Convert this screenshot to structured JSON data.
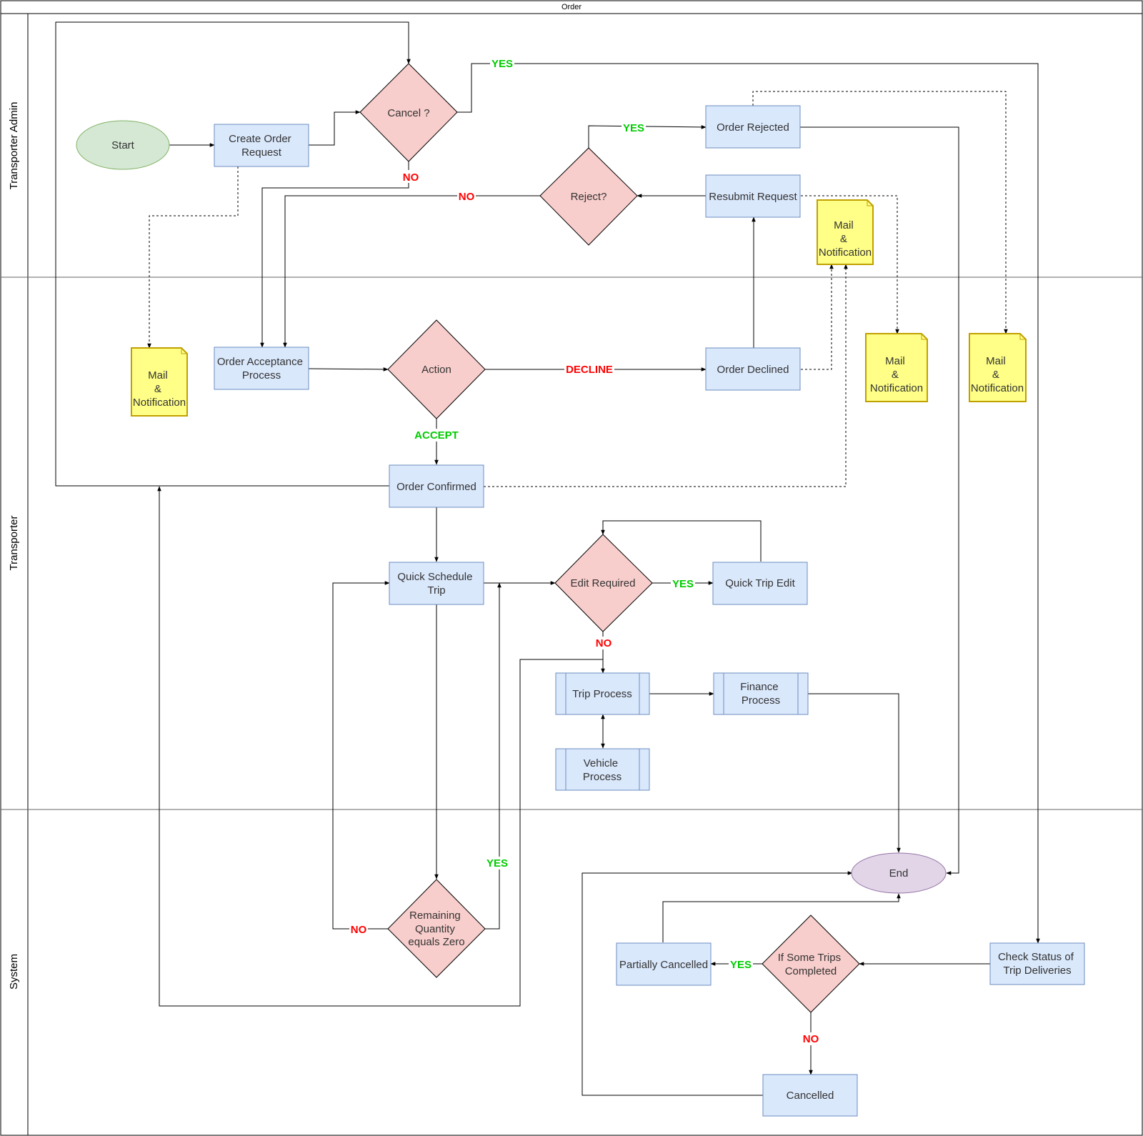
{
  "pool_title": "Order",
  "lanes": {
    "admin": "Transporter Admin",
    "transporter": "Transporter",
    "system": "System"
  },
  "nodes": {
    "start": "Start",
    "create_order": [
      "Create Order",
      "Request"
    ],
    "cancel": "Cancel ?",
    "order_rejected": "Order Rejected",
    "reject": "Reject?",
    "resubmit": "Resubmit Request",
    "mail_1": [
      "Mail",
      "&",
      "Notification"
    ],
    "mail_2": [
      "Mail",
      "&",
      "Notification"
    ],
    "mail_3": [
      "Mail",
      "&",
      "Notification"
    ],
    "mail_4": [
      "Mail",
      "&",
      "Notification"
    ],
    "order_acceptance": [
      "Order Acceptance",
      "Process"
    ],
    "action": "Action",
    "order_declined": "Order Declined",
    "order_confirmed": "Order Confirmed",
    "quick_schedule": [
      "Quick Schedule",
      "Trip"
    ],
    "edit_required": "Edit Required",
    "quick_trip_edit": "Quick Trip Edit",
    "trip_process": "Trip Process",
    "finance_process": [
      "Finance",
      "Process"
    ],
    "vehicle_process": [
      "Vehicle",
      "Process"
    ],
    "remaining_qty": [
      "Remaining",
      "Quantity",
      "equals Zero"
    ],
    "end": "End",
    "partially_cancelled": "Partially Cancelled",
    "some_trips": [
      "If Some Trips",
      "Completed"
    ],
    "check_status": [
      "Check Status of",
      "Trip Deliveries"
    ],
    "cancelled": "Cancelled"
  },
  "edge_labels": {
    "cancel_yes": "YES",
    "cancel_no": "NO",
    "reject_yes": "YES",
    "reject_no": "NO",
    "decline": "DECLINE",
    "accept": "ACCEPT",
    "edit_yes": "YES",
    "edit_no": "NO",
    "remaining_yes": "YES",
    "remaining_no": "NO",
    "trips_yes": "YES",
    "trips_no": "NO"
  },
  "colors": {
    "process_fill": "#dae8fc",
    "process_stroke": "#6c8ebf",
    "decision_fill": "#f8cecc",
    "start_fill": "#d5e8d4",
    "start_stroke": "#82b366",
    "end_fill": "#e1d5e7",
    "end_stroke": "#9673a6",
    "note_fill": "#ffff88",
    "note_stroke": "#c0a000",
    "yes_color": "#00cc00",
    "no_color": "#ff0000"
  }
}
